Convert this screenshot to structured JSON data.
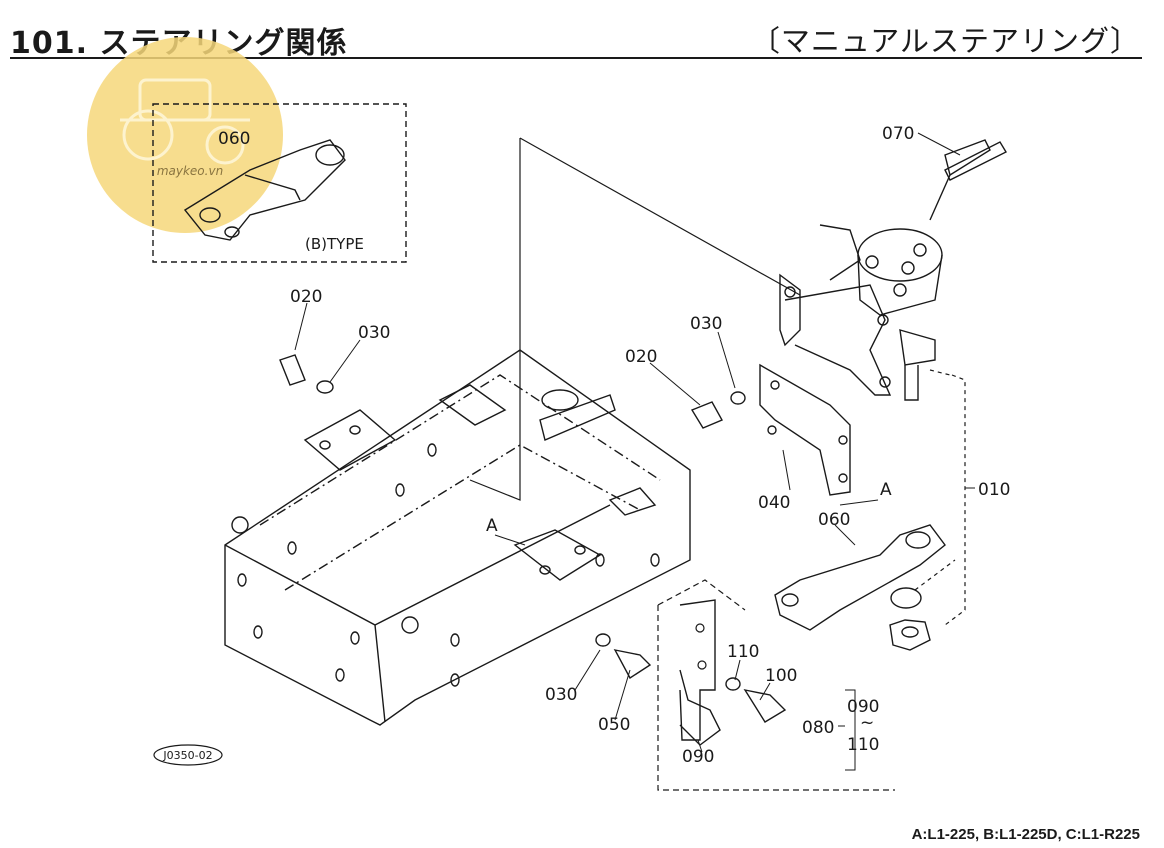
{
  "header": {
    "title": "101. ステアリング関係",
    "subtitle": "〔マニュアルステアリング〕"
  },
  "watermark": {
    "text": "maykeo.vn"
  },
  "inset": {
    "type_label": "(B)TYPE",
    "part": "060"
  },
  "callouts": {
    "p070": "070",
    "p020_left": "020",
    "p030_left": "030",
    "p020_center": "020",
    "p030_center": "030",
    "p040": "040",
    "p010": "010",
    "p060": "060",
    "p030_lower": "030",
    "p050": "050",
    "p110": "110",
    "p100": "100",
    "p090": "090",
    "p080": "080",
    "p090_bracket": "090",
    "p110_bracket": "110",
    "tilde": "~",
    "view_a_right": "A",
    "view_a_left": "A"
  },
  "drawing_code": "J0350-02",
  "footer": {
    "models": "A:L1-225, B:L1-225D, C:L1-R225"
  },
  "colors": {
    "line": "#1a1a1a",
    "watermark": "#f6d77a"
  }
}
